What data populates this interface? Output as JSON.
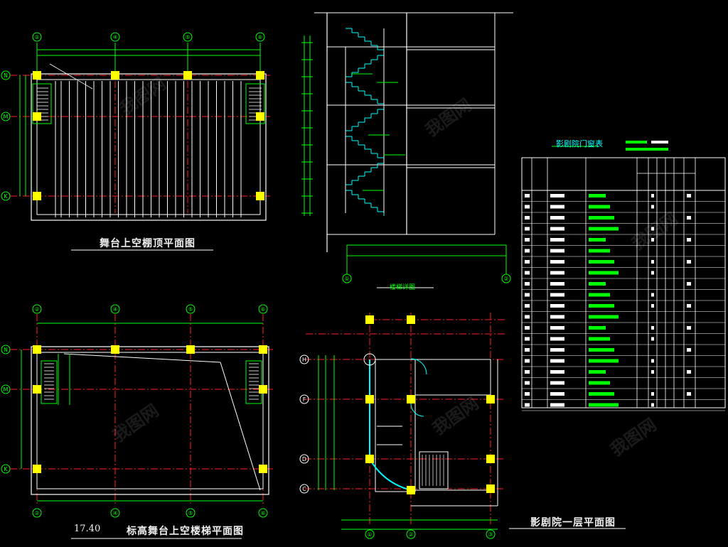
{
  "titles": {
    "plan_top_left": "舞台上空棚顶平面图",
    "elevation": "楼梯详图",
    "plan_bottom_left_level": "17.40",
    "plan_bottom_left": "标高舞台上空楼梯平面图",
    "plan_bottom_right": "影剧院一层平面图",
    "door_table": "影剧院门窗表"
  },
  "watermark": "我图网",
  "axis_labels": {
    "top_cols": [
      "②",
      "④",
      "⑤",
      "⑥"
    ],
    "top_rows": [
      "N",
      "M",
      "K"
    ],
    "bottom_cols": [
      "②",
      "④",
      "⑤",
      "⑥"
    ],
    "bottom_rows": [
      "N",
      "M",
      "K"
    ],
    "elev_axis": [
      "①",
      "②"
    ],
    "plan_rows": [
      "H",
      "F",
      "D",
      "C"
    ],
    "plan_cols": [
      "①",
      "②",
      "③"
    ]
  },
  "colors": {
    "background": "#000000",
    "wall": "#ffffff",
    "axis": "#ff2020",
    "dim": "#00ff00",
    "column": "#ffff00",
    "glass": "#00ffff"
  }
}
